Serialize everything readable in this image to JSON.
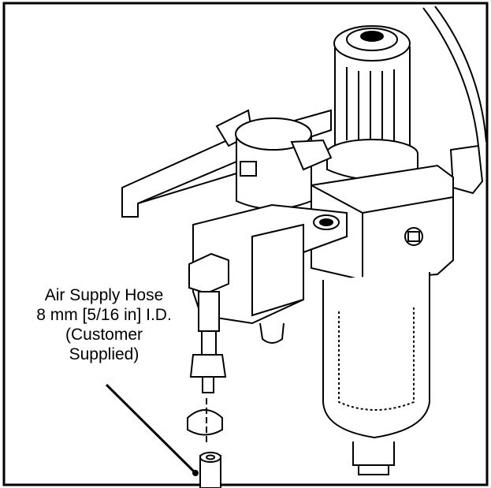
{
  "callout": {
    "line1": "Air Supply Hose",
    "line2": "8 mm [5/16 in] I.D.",
    "line3": "(Customer",
    "line4": "Supplied)"
  },
  "colors": {
    "ink": "#000000",
    "paper": "#ffffff"
  }
}
